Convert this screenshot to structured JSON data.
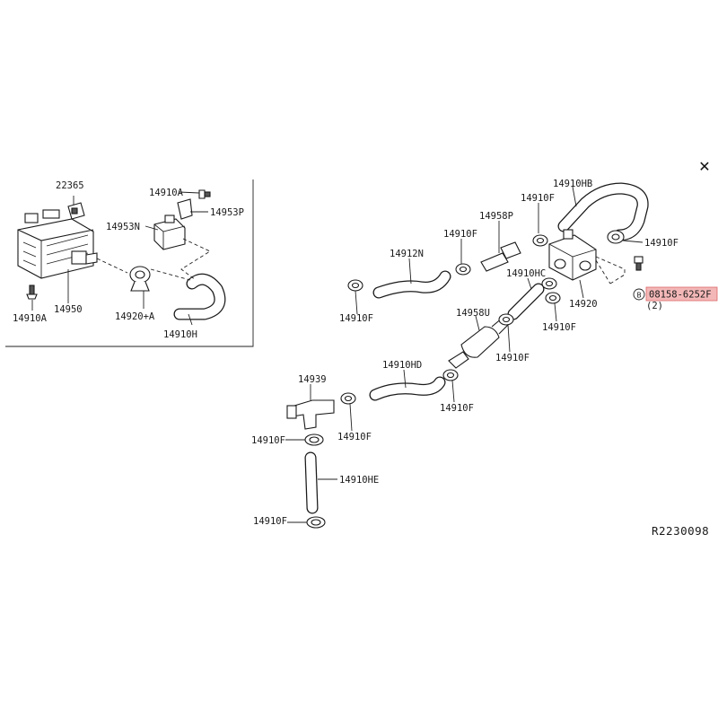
{
  "close_label": "✕",
  "icons": {
    "close": "close-icon"
  },
  "colors": {
    "highlight": "#f3b7b7",
    "line": "#1a1a1a",
    "background": "#ffffff"
  },
  "drawing_id": "R2230098",
  "labels": {
    "p22365": "22365",
    "p14910A_top": "14910A",
    "p14953P": "14953P",
    "p14953N": "14953N",
    "p14950": "14950",
    "p14910A_left": "14910A",
    "p14920A": "14920+A",
    "p14910H": "14910H",
    "p14910HB": "14910HB",
    "p14910F_top": "14910F",
    "p14958P": "14958P",
    "p14910F_a": "14910F",
    "p14912N": "14912N",
    "p14910F_b": "14910F",
    "p14910HC": "14910HC",
    "p14910F_right": "14910F",
    "p14920": "14920",
    "p08158": "08158-6252F",
    "p08158_qty": "(2)",
    "p08158_ref": "B",
    "p14910F_c": "14910F",
    "p14958U": "14958U",
    "p14910F_d": "14910F",
    "p14910HD": "14910HD",
    "p14939": "14939",
    "p14910F_e": "14910F",
    "p14910F_f": "14910F",
    "p14910F_g": "14910F",
    "p14910HE": "14910HE",
    "p14910F_h": "14910F"
  }
}
